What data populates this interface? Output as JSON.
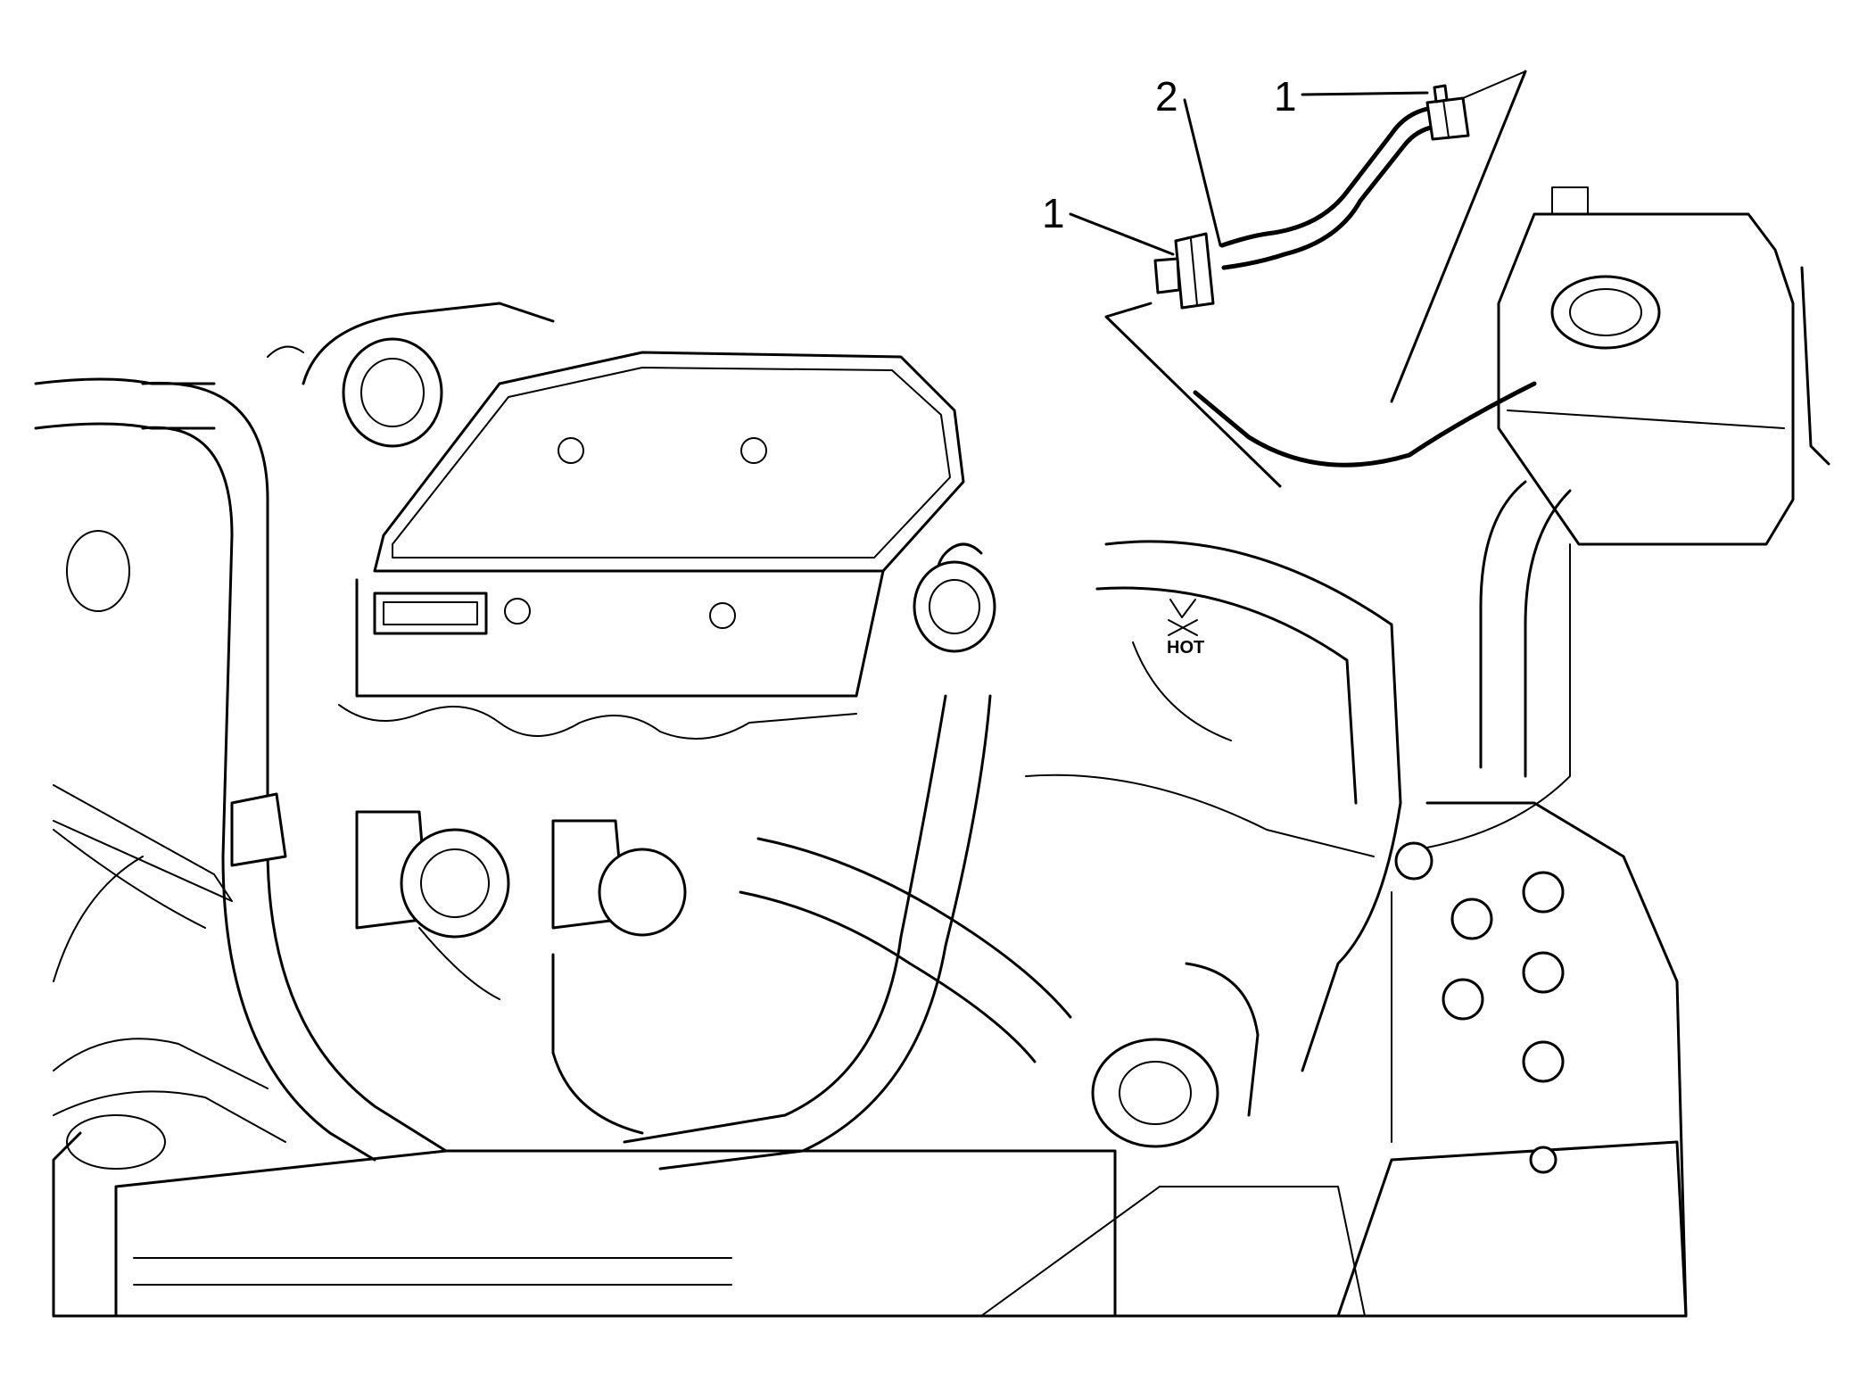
{
  "callouts": [
    {
      "id": "callout-1-right",
      "label": "1"
    },
    {
      "id": "callout-2",
      "label": "2"
    },
    {
      "id": "callout-1-left",
      "label": "1"
    }
  ],
  "warning_label": "HOT"
}
